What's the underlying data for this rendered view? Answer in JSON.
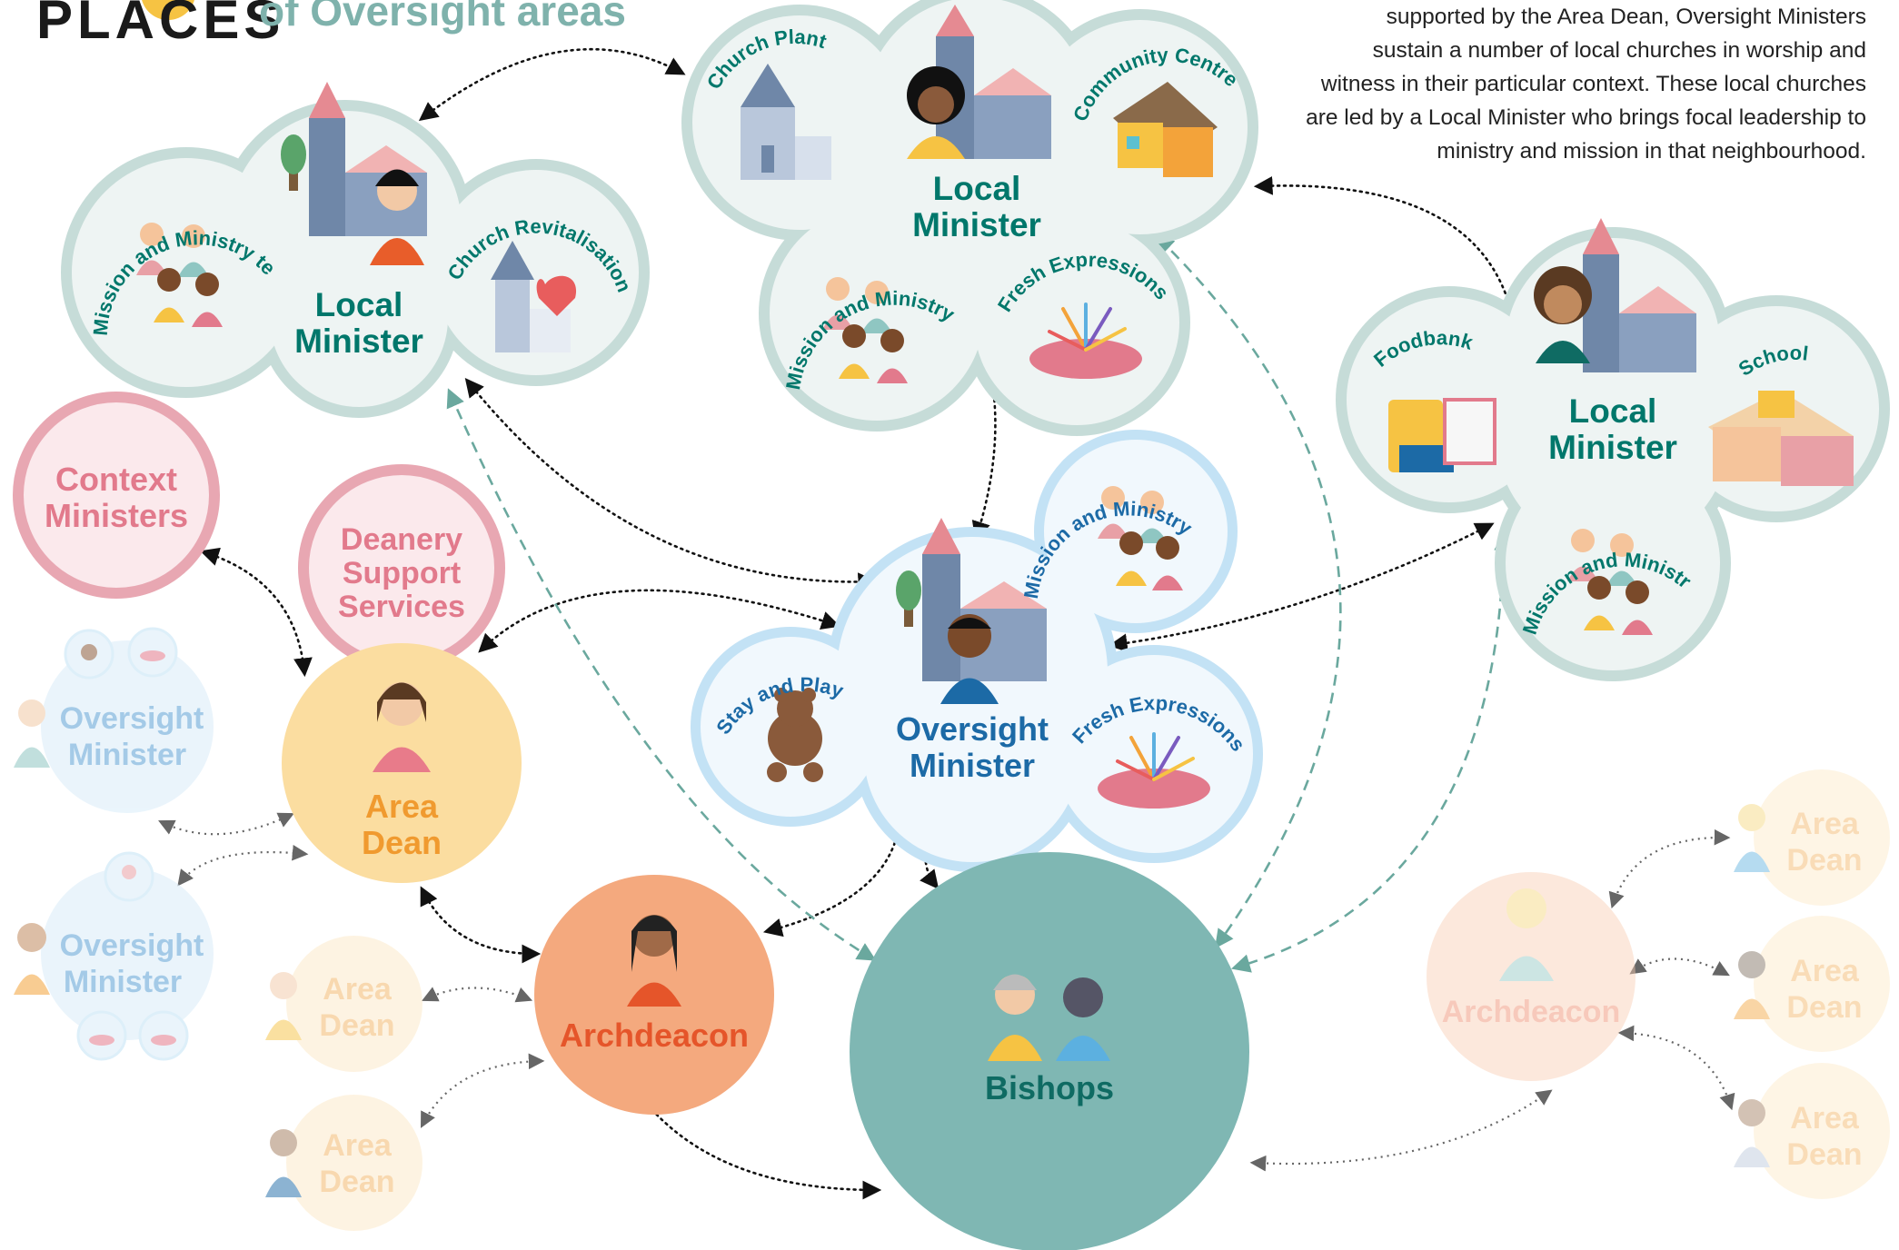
{
  "header": {
    "logo_text": "PLACES",
    "title_line": "of Oversight areas"
  },
  "description": [
    "supported by the Area Dean, Oversight Ministers",
    "sustain a number of local churches in worship and",
    "witness in their particular context. These local churches",
    "are led by a Local Minister who brings focal leadership to",
    "ministry and mission in that neighbourhood."
  ],
  "labels": {
    "local_minister": [
      "Local",
      "Minister"
    ],
    "oversight_minister": [
      "Oversight",
      "Minister"
    ],
    "area_dean": [
      "Area",
      "Dean"
    ],
    "archdeacon": "Archdeacon",
    "bishops": "Bishops",
    "context_ministers": [
      "Context",
      "Ministers"
    ],
    "deanery_support": [
      "Deanery",
      "Support",
      "Services"
    ]
  },
  "arc_labels": {
    "mission_team": "Mission and Ministry team",
    "church_revitalisation": "Church Revitalisation",
    "church_plant": "Church Plant",
    "community_centre": "Community Centre",
    "fresh_expressions": "Fresh Expressions",
    "foodbank": "Foodbank",
    "school": "School",
    "stay_and_play": "Stay and Play"
  },
  "colors": {
    "teal_text": "#00776b",
    "green_cloud_fill": "#eef4f3",
    "green_cloud_stroke": "#c6dcd8",
    "blue_cloud_fill": "#f1f8fd",
    "blue_cloud_stroke": "#c3e2f5",
    "blue_text": "#1c6aa6",
    "pink": "#e27a8c",
    "area_dean_fill": "#fbdda0",
    "area_dean_text": "#f09a2f",
    "archdeacon_fill": "#f4a97e",
    "archdeacon_text": "#e5552a",
    "bishops_fill": "#7fb7b3",
    "bishops_text": "#0f6b63"
  }
}
